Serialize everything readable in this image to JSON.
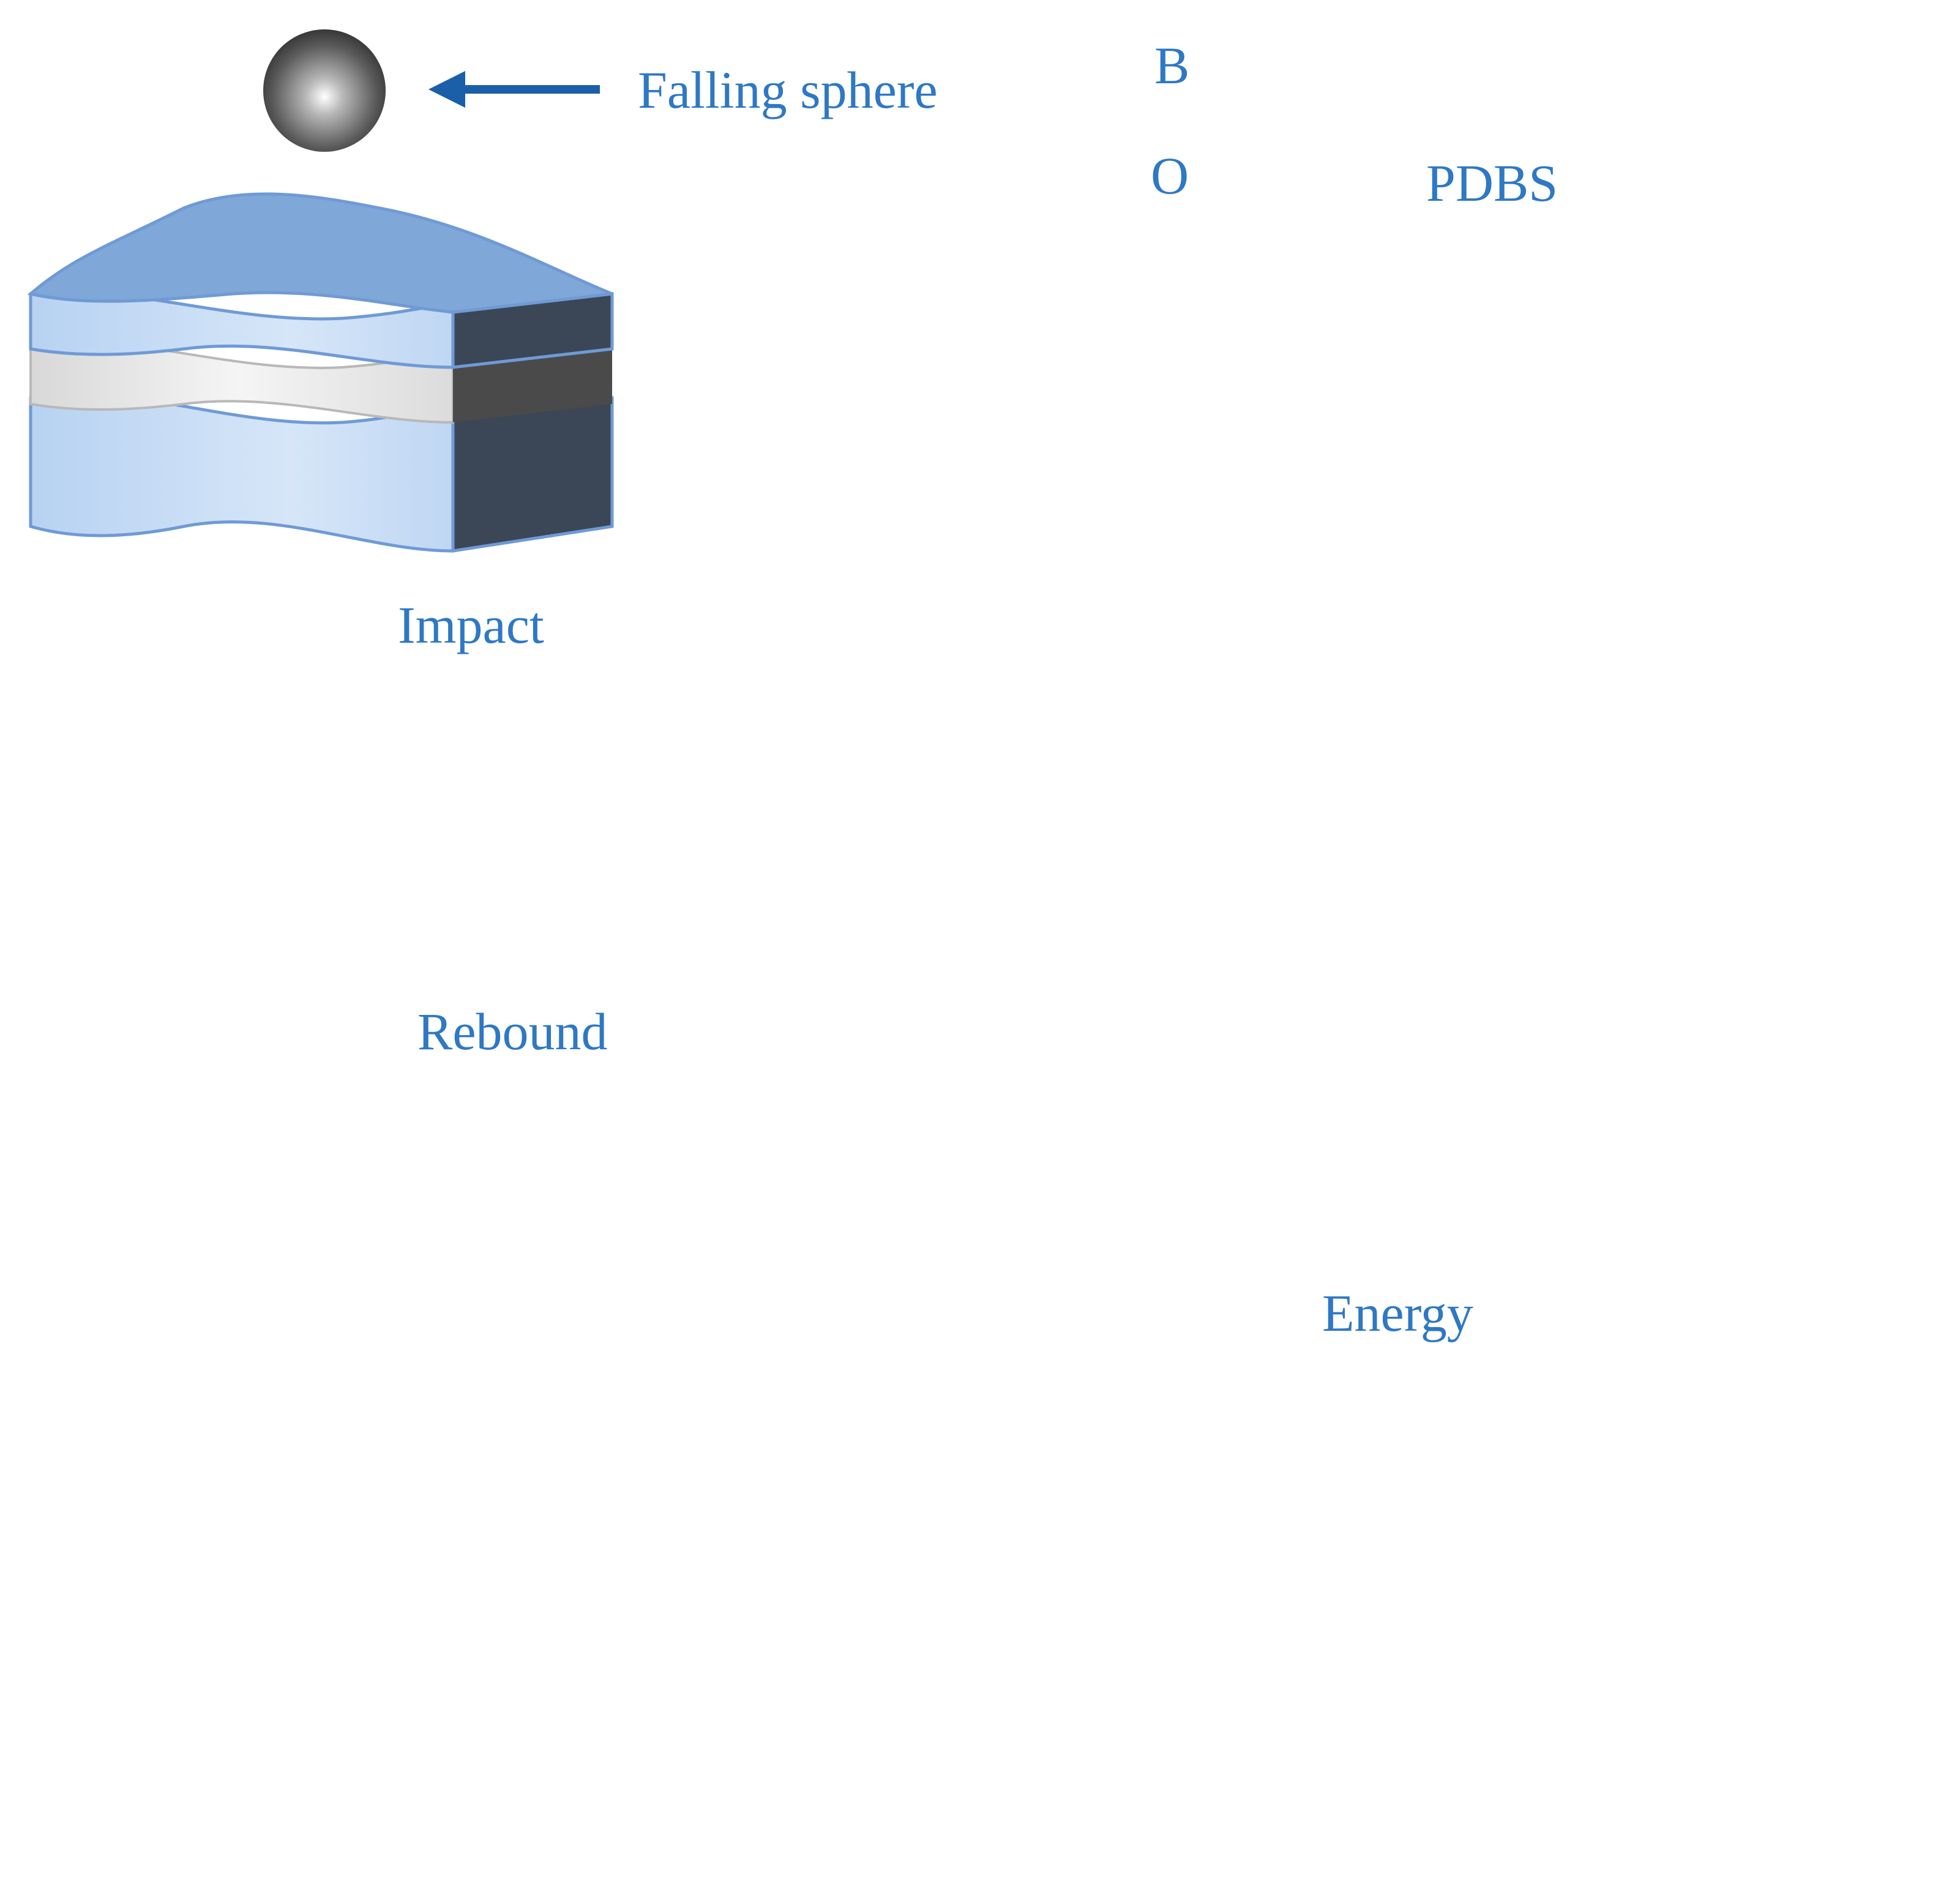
{
  "labels": {
    "falling_sphere": "Falling sphere",
    "impact": "Impact",
    "rebound": "Rebound",
    "energy": "Energy",
    "legend_b": "B",
    "legend_o": "O",
    "pdbs": "PDBS"
  },
  "colors": {
    "label_blue": "#2e78c4",
    "arrow_blue": "#1a5fa8",
    "top_face": "#7fa7d8",
    "side_dark": "#3b4656",
    "middle_layer": "#e4e4e4",
    "boron": "#1e5aa8",
    "oxygen": "#a8dc8c",
    "dashed_circle": "#f08a2a",
    "energy_cloud": "#cfe3f5"
  },
  "icons": [
    "sphere-icon",
    "impact-crack-icon",
    "burst-icon"
  ]
}
